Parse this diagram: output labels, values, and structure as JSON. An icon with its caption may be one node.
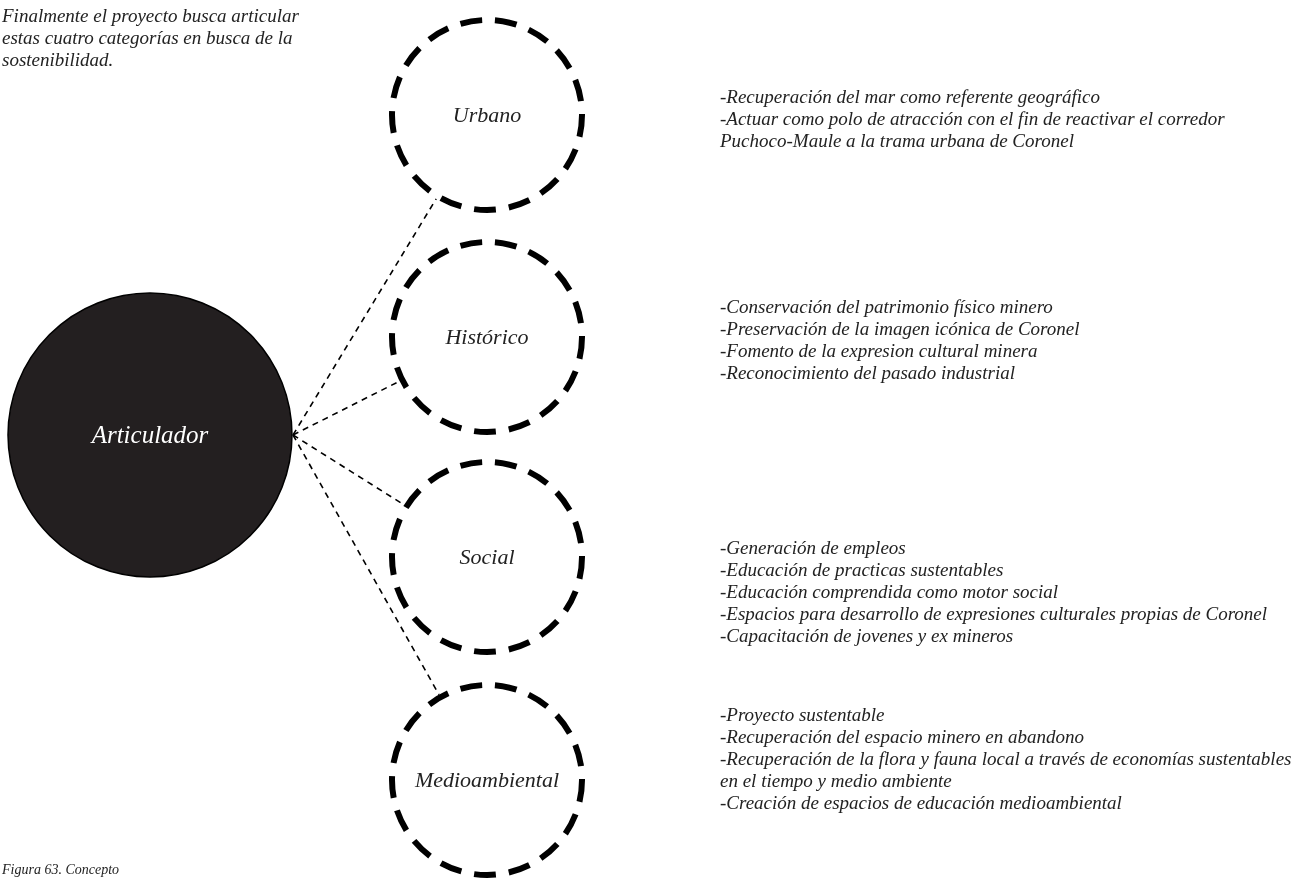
{
  "diagram": {
    "caption": "Figura 63. Concepto",
    "nodes": [
      {
        "text": [
          "Articulador"
        ]
      },
      {
        "text": [
          "Urbano"
        ],
        "beside": [
          "-Recuperación del mar como referente geográfico",
          "-Actuar como polo de atracción con el fin de reactivar el corredor Puchoco-Maule a la trama urbana de Coronel"
        ]
      },
      {
        "text": [
          "Histórico"
        ],
        "beside": [
          "-Conservación del patrimonio físico minero",
          "-Preservación de la imagen icónica de Coronel",
          "-Fomento de la expresion cultural minera",
          "-Reconocimiento del pasado industrial"
        ]
      },
      {
        "text": [
          "Social"
        ],
        "beside": [
          "-Generación de empleos",
          "-Educación de practicas sustentables",
          "-Educación comprendida como motor social",
          "-Espacios para desarrollo de expresiones culturales propias de Coronel",
          "-Capacitación de jovenes y ex mineros"
        ]
      },
      {
        "text": [
          "Medioambiental"
        ],
        "beside": [
          "-Proyecto sustentable",
          "-Recuperación del espacio minero en abandono",
          "-Recuperación de la flora y fauna local a través de economías sustentables en el tiempo y medio ambiente",
          "-Creación de espacios de educación medioambiental"
        ]
      }
    ],
    "edges": [
      {
        "from": 0,
        "to": 1,
        "arrow": "none",
        "style": "dashed"
      },
      {
        "from": 0,
        "to": 2,
        "arrow": "none",
        "style": "dashed"
      },
      {
        "from": 0,
        "to": 3,
        "arrow": "none",
        "style": "dashed"
      },
      {
        "from": 0,
        "to": 4,
        "arrow": "none",
        "style": "dashed"
      }
    ],
    "labels": [
      "Finalmente el proyecto busca articular estas cuatro categorías en busca de la sostenibilidad."
    ]
  }
}
